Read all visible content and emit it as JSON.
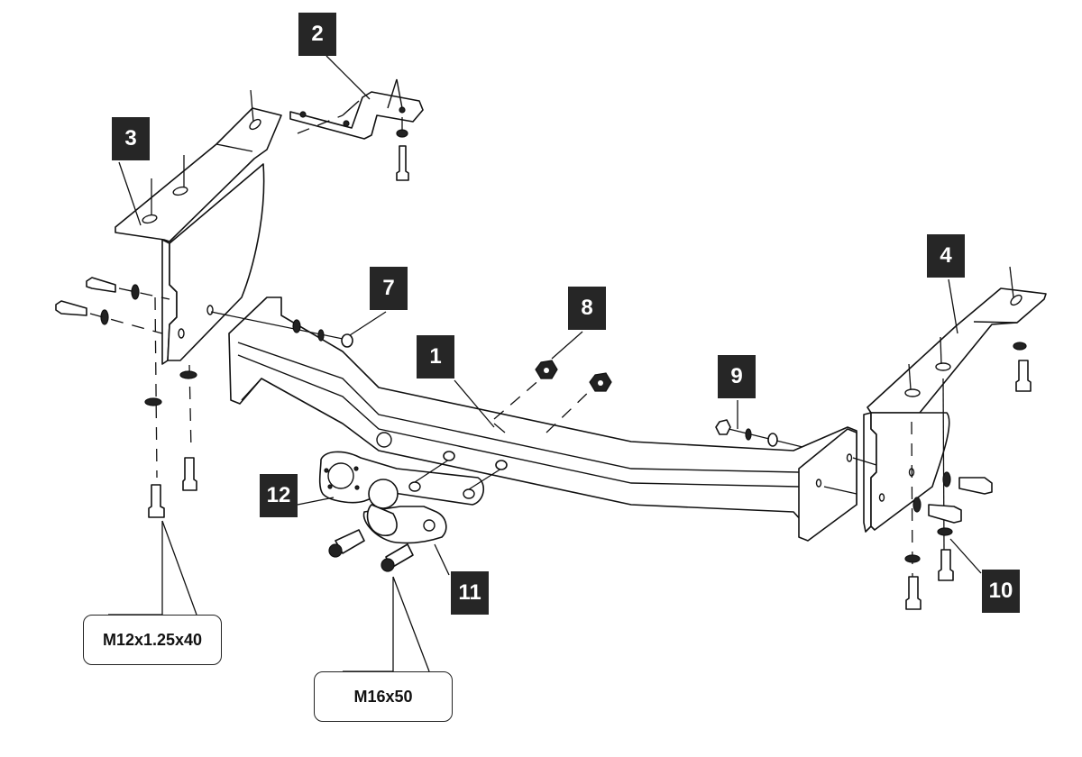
{
  "diagram": {
    "title": "Tow bar assembly exploded view",
    "callouts": [
      {
        "id": "1",
        "label": "1",
        "part": "main-crossbar"
      },
      {
        "id": "2",
        "label": "2",
        "part": "upper-bracket"
      },
      {
        "id": "3",
        "label": "3",
        "part": "left-side-bracket"
      },
      {
        "id": "4",
        "label": "4",
        "part": "right-side-bracket"
      },
      {
        "id": "7",
        "label": "7",
        "part": "left-bolt-washer-nut-set"
      },
      {
        "id": "8",
        "label": "8",
        "part": "nuts"
      },
      {
        "id": "9",
        "label": "9",
        "part": "right-bolt-washer-nut-set"
      },
      {
        "id": "10",
        "label": "10",
        "part": "right-bracket-washers-bolts"
      },
      {
        "id": "11",
        "label": "11",
        "part": "tow-ball-mount"
      },
      {
        "id": "12",
        "label": "12",
        "part": "socket-plate"
      }
    ],
    "specs": [
      {
        "id": "bolt-m12",
        "label": "M12x1.25x40"
      },
      {
        "id": "bolt-m16",
        "label": "M16x50"
      }
    ]
  }
}
